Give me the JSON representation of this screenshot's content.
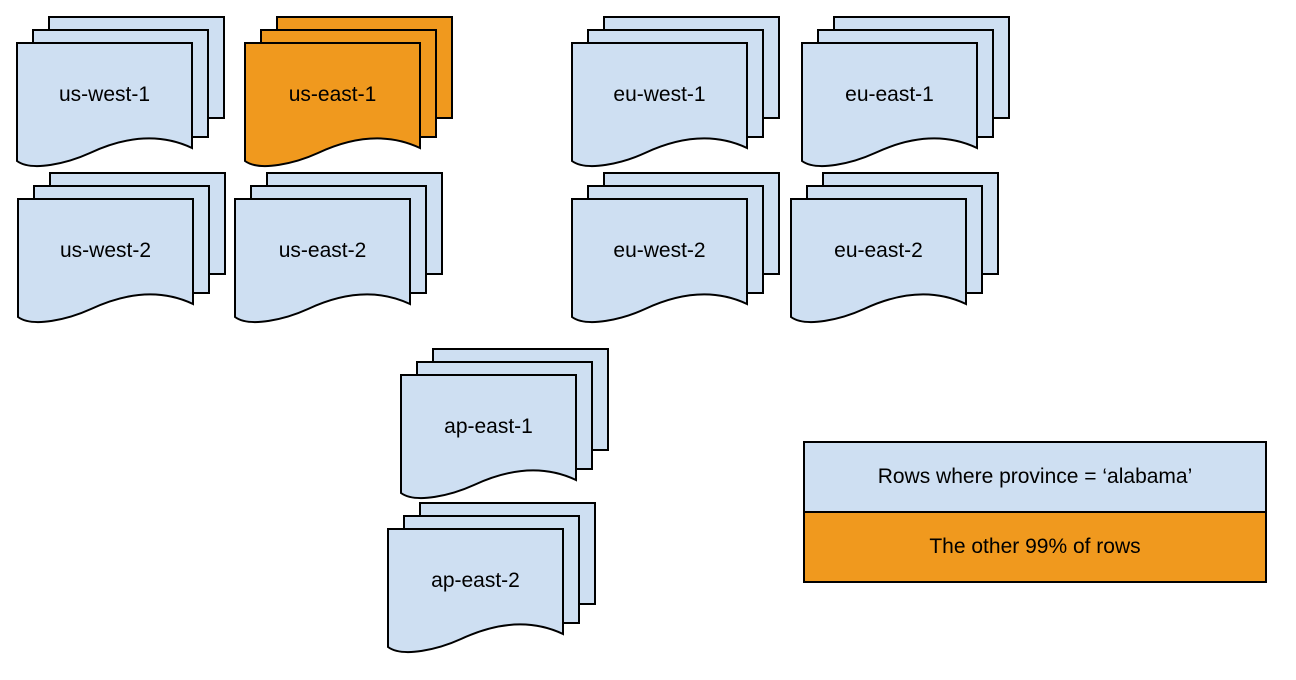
{
  "diagram": {
    "colors": {
      "default_fill": "#cedff2",
      "highlight_fill": "#f0991e",
      "stroke": "#000000",
      "background": "#ffffff"
    },
    "stacks": [
      {
        "label": "us-west-1",
        "highlighted": false
      },
      {
        "label": "us-east-1",
        "highlighted": true
      },
      {
        "label": "eu-west-1",
        "highlighted": false
      },
      {
        "label": "eu-east-1",
        "highlighted": false
      },
      {
        "label": "us-west-2",
        "highlighted": false
      },
      {
        "label": "us-east-2",
        "highlighted": false
      },
      {
        "label": "eu-west-2",
        "highlighted": false
      },
      {
        "label": "eu-east-2",
        "highlighted": false
      },
      {
        "label": "ap-east-1",
        "highlighted": false
      },
      {
        "label": "ap-east-2",
        "highlighted": false
      }
    ],
    "legend": {
      "items": [
        {
          "label": "Rows where province = ‘alabama’",
          "color_key": "default"
        },
        {
          "label": "The other 99% of rows",
          "color_key": "highlight"
        }
      ]
    }
  }
}
